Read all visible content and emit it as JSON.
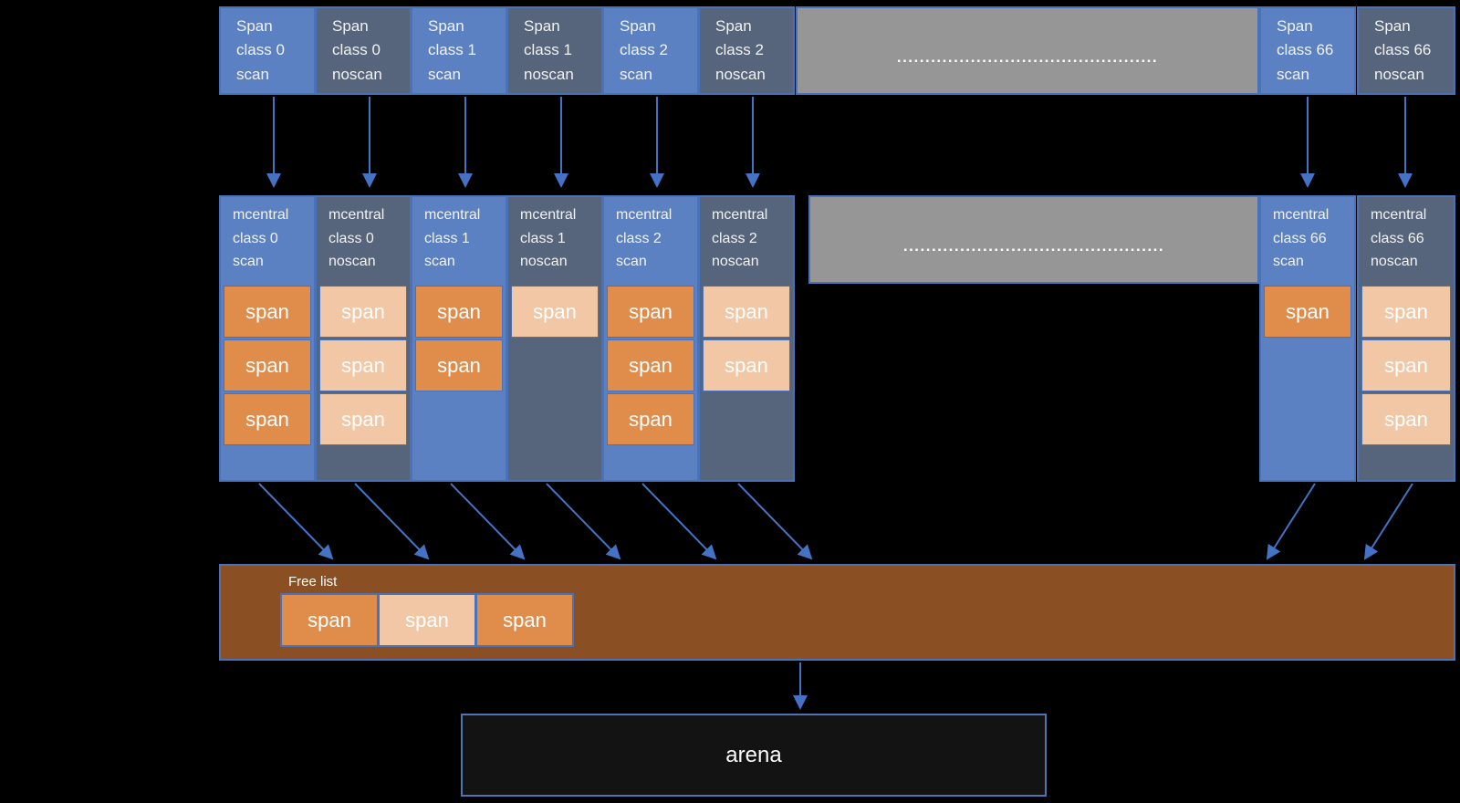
{
  "top_row": {
    "boxes": [
      {
        "text": "Span\nclass 0\nscan",
        "variant": "scan"
      },
      {
        "text": "Span\nclass 0\nnoscan",
        "variant": "noscan"
      },
      {
        "text": "Span\nclass 1\nscan",
        "variant": "scan"
      },
      {
        "text": "Span\nclass 1\nnoscan",
        "variant": "noscan"
      },
      {
        "text": "Span\nclass 2\nscan",
        "variant": "scan"
      },
      {
        "text": "Span\nclass 2\nnoscan",
        "variant": "noscan"
      },
      {
        "text": "Span\nclass 66\nscan",
        "variant": "scan"
      },
      {
        "text": "Span\nclass 66\nnoscan",
        "variant": "noscan"
      }
    ],
    "ellipsis": ".............................................."
  },
  "mcentral_row": {
    "columns": [
      {
        "header": "mcentral\nclass 0\nscan",
        "variant": "scan",
        "spans": [
          "span",
          "span",
          "span"
        ]
      },
      {
        "header": "mcentral\nclass 0\nnoscan",
        "variant": "noscan",
        "spans": [
          "span",
          "span",
          "span"
        ]
      },
      {
        "header": "mcentral\nclass 1\nscan",
        "variant": "scan",
        "spans": [
          "span",
          "span"
        ]
      },
      {
        "header": "mcentral\nclass 1\nnoscan",
        "variant": "noscan",
        "spans": [
          "span"
        ]
      },
      {
        "header": "mcentral\nclass 2\nscan",
        "variant": "scan",
        "spans": [
          "span",
          "span",
          "span"
        ]
      },
      {
        "header": "mcentral\nclass 2\nnoscan",
        "variant": "noscan",
        "spans": [
          "span",
          "span"
        ]
      },
      {
        "header": "mcentral\nclass 66\nscan",
        "variant": "scan",
        "spans": [
          "span"
        ]
      },
      {
        "header": "mcentral\nclass 66\nnoscan",
        "variant": "noscan",
        "spans": [
          "span",
          "span",
          "span"
        ]
      }
    ],
    "ellipsis": ".............................................."
  },
  "free_list": {
    "label": "Free list",
    "spans": [
      "span",
      "span",
      "span"
    ]
  },
  "arena": {
    "label": "arena"
  },
  "colors": {
    "scan_blue": "#5b81c2",
    "noscan_slate": "#56657b",
    "span_orange": "#e08c4a",
    "span_light": "#f1c7a5",
    "free_list_brown": "#8a4f22",
    "ellipsis_gray": "#969696",
    "arrow_blue": "#4472c4",
    "arena_black": "#131313"
  }
}
